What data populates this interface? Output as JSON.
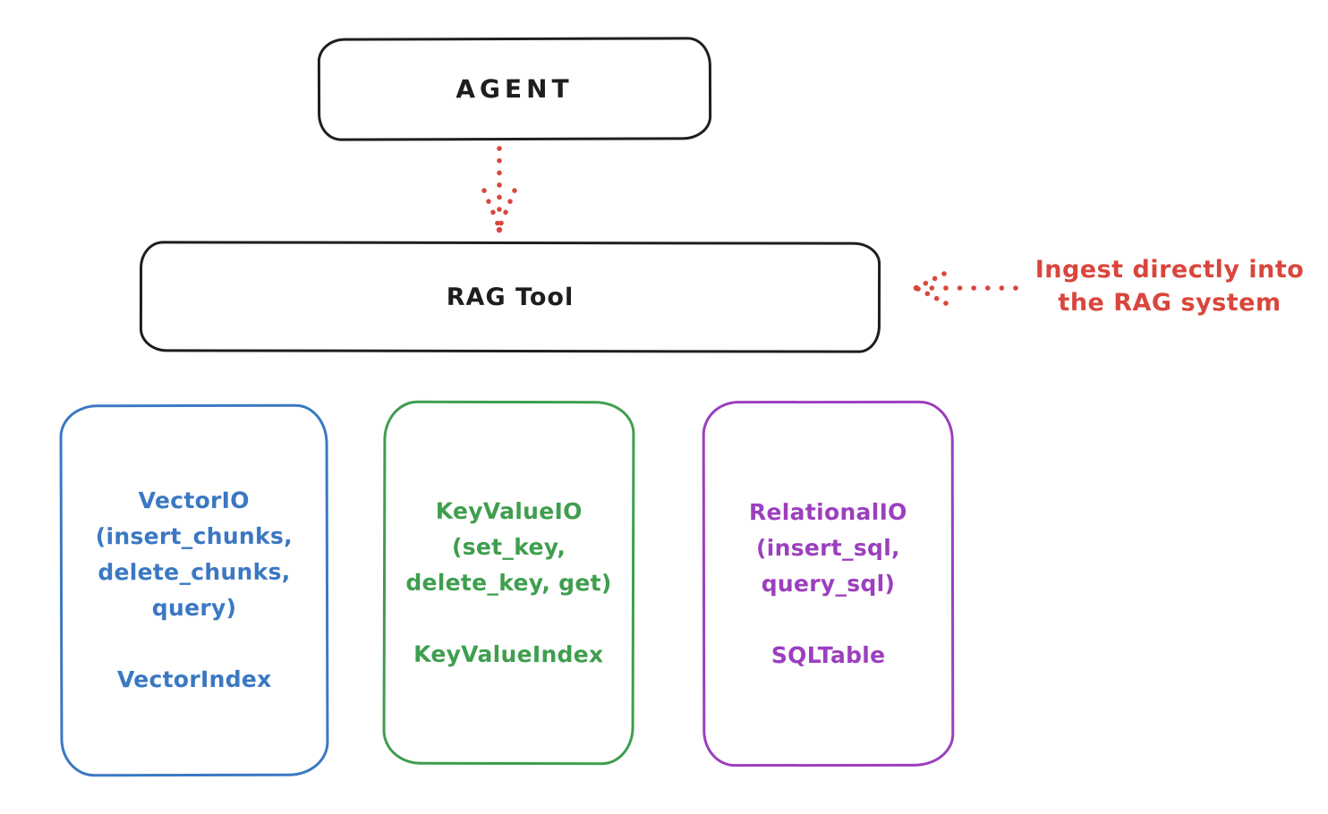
{
  "colors": {
    "background": "#ffffff",
    "ink": "#1e1e1e",
    "red": "#d9463d",
    "blue": "#3b78c2",
    "green": "#3f9e4e",
    "purple": "#9c3fbe"
  },
  "nodes": {
    "agent": {
      "label": "AGENT"
    },
    "rag_tool": {
      "label": "RAG Tool"
    }
  },
  "backends": [
    {
      "name": "vector-io",
      "io_lines": [
        "VectorIO",
        "(insert_chunks,",
        "delete_chunks,",
        "query)"
      ],
      "index_label": "VectorIndex"
    },
    {
      "name": "keyvalue-io",
      "io_lines": [
        "KeyValueIO",
        "(set_key,",
        "delete_key, get)"
      ],
      "index_label": "KeyValueIndex"
    },
    {
      "name": "relational-io",
      "io_lines": [
        "RelationalIO",
        "(insert_sql,",
        "query_sql)"
      ],
      "index_label": "SQLTable"
    }
  ],
  "annotation": {
    "lines": [
      "Ingest directly into",
      "the RAG system"
    ]
  }
}
